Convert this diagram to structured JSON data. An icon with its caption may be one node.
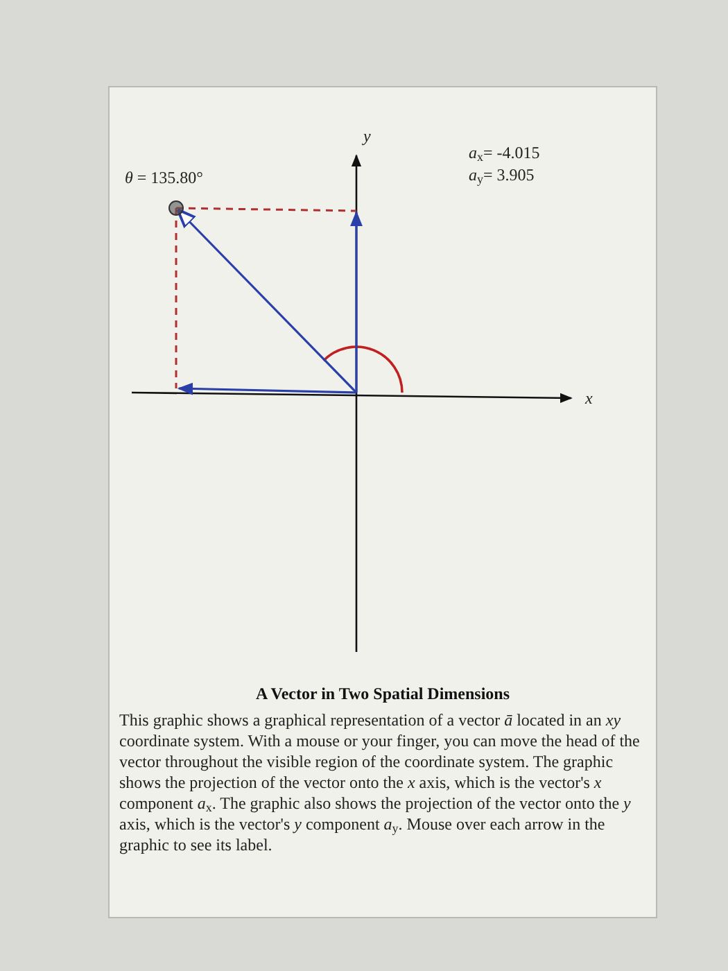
{
  "diagram": {
    "title": "A Vector in Two Spatial Dimensions",
    "caption": "This graphic shows a graphical representation of a vector *ā* located in an *xy* coordinate system. With a mouse or your finger, you can move the head of the vector throughout the visible region of the coordinate system. The graphic shows the projection of the vector onto the *x* axis, which is the vector's *x* component *a*$_{x}$. The graphic also shows the projection of the vector onto the *y* axis, which is the vector's *y* component *a*$_{y}$. Mouse over each arrow in the graphic to see its label.",
    "labels": [
      "*y*",
      "*a*$_{x}$= -4.015",
      "*a*$_{y}$= 3.905",
      "*θ* = 135.80°",
      "*x*"
    ]
  }
}
